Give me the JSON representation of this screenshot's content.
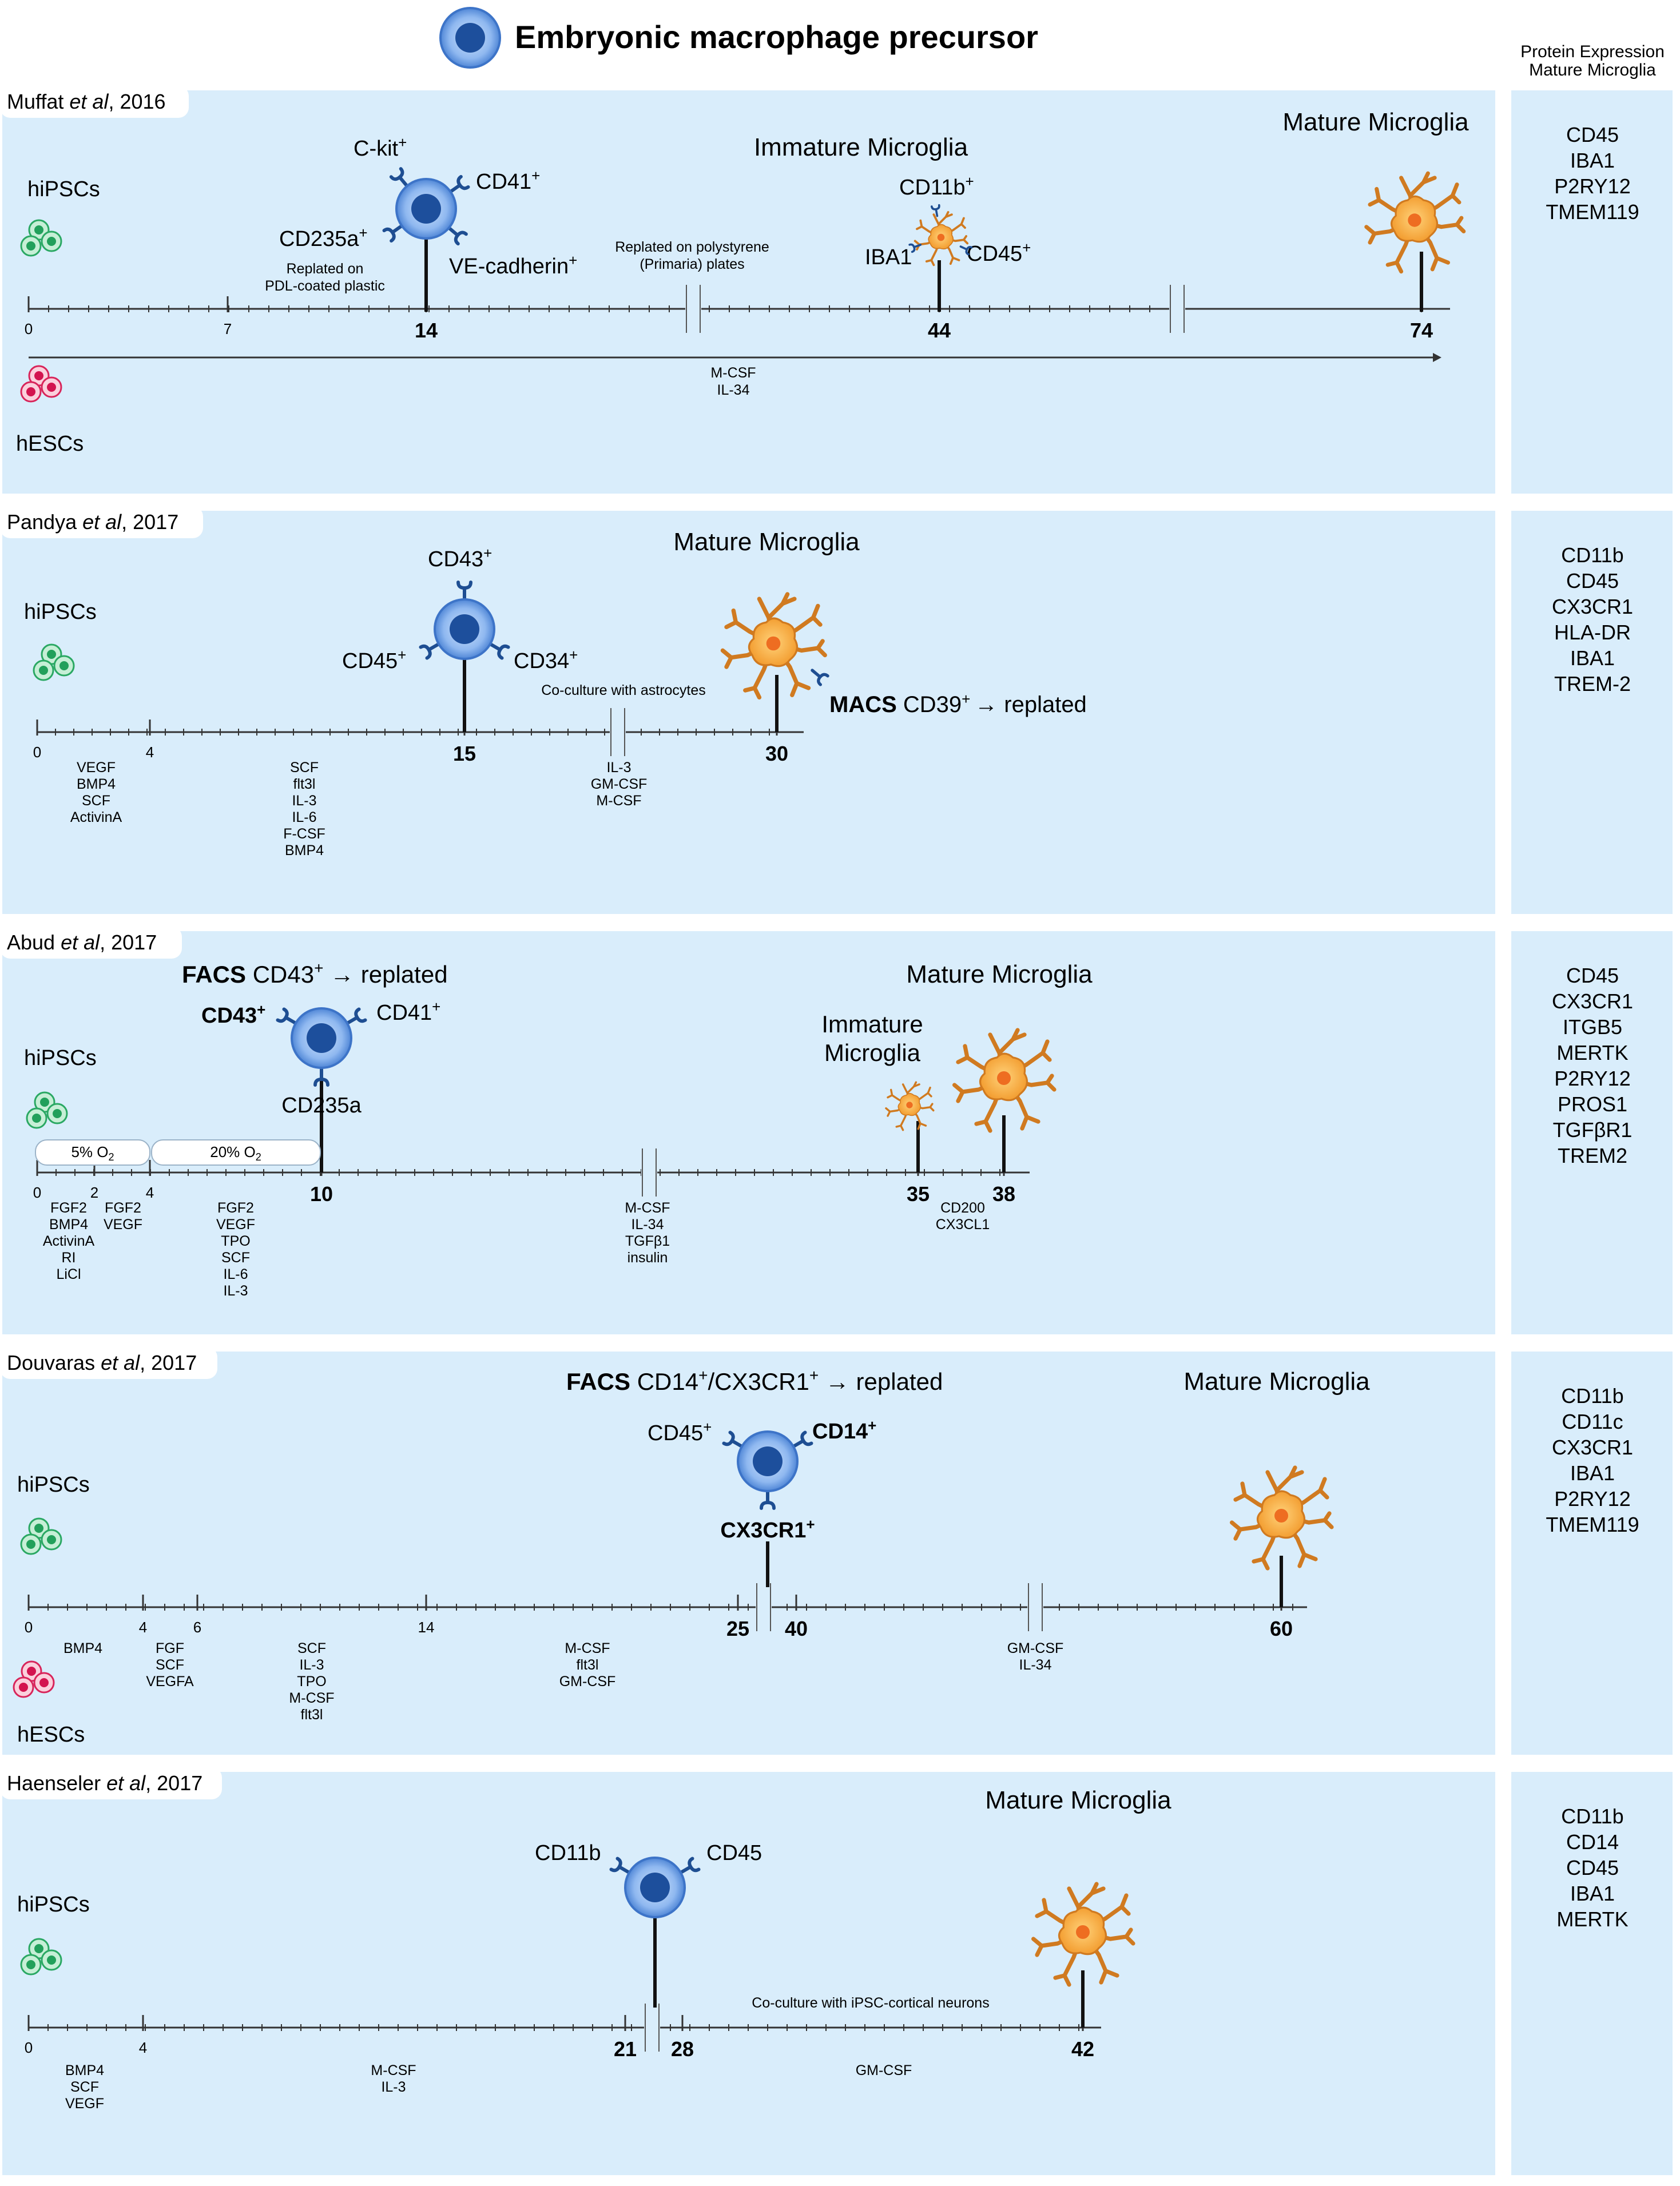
{
  "header": {
    "title": "Embryonic macrophage precursor",
    "side_title_line1": "Protein Expression",
    "side_title_line2": "Mature Microglia"
  },
  "colors": {
    "panel": "#d9edfb",
    "cell_outer": "#5b93dd",
    "cell_nucleus": "#1d4f9c",
    "receptor": "#1e4e92",
    "microglia_body": "#f3a233",
    "microglia_edge": "#c6701c",
    "microglia_nucleus": "#ee6d21",
    "ipsc_fill": "#3dbb73",
    "esc_fill": "#e0295f"
  },
  "panels": [
    {
      "title_plain": "Muffat ",
      "title_italic": "et al",
      "title_rest": ", 2016",
      "source1": "hiPSCs",
      "source2": "hESCs",
      "ticks": [
        "0",
        "7",
        "14",
        "44",
        "74"
      ],
      "top_labels": {
        "immature": "Immature Microglia",
        "mature": "Mature Microglia",
        "ckit": "C-kit",
        "cd41": "CD41",
        "cd235a": "CD235a",
        "vecad": "VE-cadherin",
        "cd11b": "CD11b",
        "iba1": "IBA1",
        "cd45": "CD45",
        "plus": "+",
        "replated1_l1": "Replated on",
        "replated1_l2": "PDL-coated plastic",
        "replated2_l1": "Replated on polystyrene",
        "replated2_l2": "(Primaria) plates"
      },
      "factors": [
        [
          "M-CSF",
          "IL-34"
        ]
      ],
      "markers": [
        "CD45",
        "IBA1",
        "P2RY12",
        "TMEM119"
      ]
    },
    {
      "title_plain": "Pandya ",
      "title_italic": "et al",
      "title_rest": ", 2017",
      "source1": "hiPSCs",
      "ticks": [
        "0",
        "4",
        "15",
        "30"
      ],
      "top_labels": {
        "mature": "Mature Microglia",
        "cd43": "CD43",
        "cd45": "CD45",
        "cd34": "CD34",
        "plus": "+",
        "coculture": "Co-culture with astrocytes",
        "macs_bold": "MACS",
        "macs_rest": "CD39",
        "macs_end": "→ replated"
      },
      "factors": [
        [
          "VEGF",
          "BMP4",
          "SCF",
          "ActivinA"
        ],
        [
          "SCF",
          "flt3l",
          "IL-3",
          "IL-6",
          "F-CSF",
          "BMP4"
        ],
        [
          "IL-3",
          "GM-CSF",
          "M-CSF"
        ]
      ],
      "markers": [
        "CD11b",
        "CD45",
        "CX3CR1",
        "HLA-DR",
        "IBA1",
        "TREM-2"
      ]
    },
    {
      "title_plain": "Abud ",
      "title_italic": "et al",
      "title_rest": ", 2017",
      "source1": "hiPSCs",
      "ticks": [
        "0",
        "2",
        "4",
        "10",
        "35",
        "38"
      ],
      "top_labels": {
        "facs_bold": "FACS",
        "facs_rest": "CD43",
        "facs_end": "→ replated",
        "mature": "Mature Microglia",
        "immature_l1": "Immature",
        "immature_l2": "Microglia",
        "cd43": "CD43",
        "cd41": "CD41",
        "cd235a": "CD235a",
        "plus": "+",
        "o2_low": "5% O",
        "o2_high": "20% O",
        "o2_sub": "2"
      },
      "factors": [
        [
          "FGF2",
          "BMP4",
          "ActivinA",
          "RI",
          "LiCl"
        ],
        [
          "FGF2",
          "VEGF"
        ],
        [
          "FGF2",
          "VEGF",
          "TPO",
          "SCF",
          "IL-6",
          "IL-3"
        ],
        [
          "M-CSF",
          "IL-34",
          "TGFβ1",
          "insulin"
        ],
        [
          "CD200",
          "CX3CL1"
        ]
      ],
      "markers": [
        "CD45",
        "CX3CR1",
        "ITGB5",
        "MERTK",
        "P2RY12",
        "PROS1",
        "TGFβR1",
        "TREM2"
      ]
    },
    {
      "title_plain": "Douvaras ",
      "title_italic": "et al",
      "title_rest": ", 2017",
      "source1": "hiPSCs",
      "source2": "hESCs",
      "ticks": [
        "0",
        "4",
        "6",
        "14",
        "25",
        "40",
        "60"
      ],
      "top_labels": {
        "facs_bold": "FACS",
        "facs_rest": "CD14",
        "facs_mid": "/CX3CR1",
        "facs_end": "→ replated",
        "mature": "Mature Microglia",
        "cd45": "CD45",
        "cd14": "CD14",
        "cx3cr1": "CX3CR1",
        "plus": "+"
      },
      "factors": [
        [
          "BMP4"
        ],
        [
          "FGF",
          "SCF",
          "VEGFA"
        ],
        [
          "SCF",
          "IL-3",
          "TPO",
          "M-CSF",
          "flt3l"
        ],
        [
          "M-CSF",
          "flt3l",
          "GM-CSF"
        ],
        [
          "GM-CSF",
          "IL-34"
        ]
      ],
      "markers": [
        "CD11b",
        "CD11c",
        "CX3CR1",
        "IBA1",
        "P2RY12",
        "TMEM119"
      ]
    },
    {
      "title_plain": "Haenseler ",
      "title_italic": "et al",
      "title_rest": ", 2017",
      "source1": "hiPSCs",
      "ticks": [
        "0",
        "4",
        "21",
        "28",
        "42"
      ],
      "top_labels": {
        "mature": "Mature Microglia",
        "cd11b": "CD11b",
        "cd45": "CD45",
        "coculture": "Co-culture with iPSC-cortical neurons"
      },
      "factors": [
        [
          "BMP4",
          "SCF",
          "VEGF"
        ],
        [
          "M-CSF",
          "IL-3"
        ],
        [
          "GM-CSF"
        ]
      ],
      "markers": [
        "CD11b",
        "CD14",
        "CD45",
        "IBA1",
        "MERTK"
      ]
    }
  ]
}
